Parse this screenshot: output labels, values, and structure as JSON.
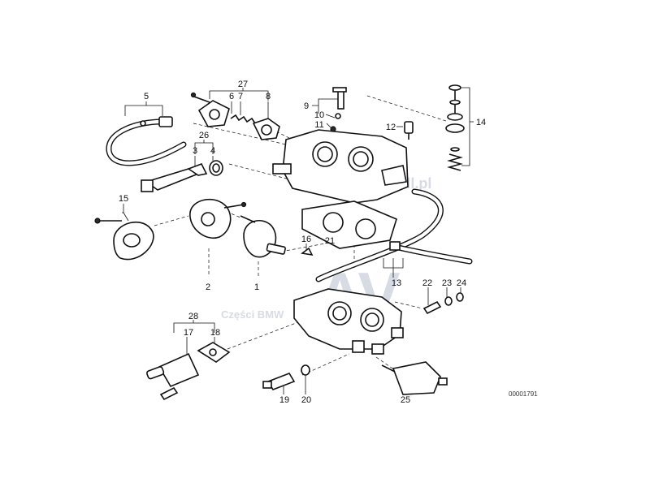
{
  "diagram": {
    "callouts": [
      {
        "id": "c1",
        "text": "1"
      },
      {
        "id": "c2",
        "text": "2"
      },
      {
        "id": "c3",
        "text": "3"
      },
      {
        "id": "c4",
        "text": "4"
      },
      {
        "id": "c5",
        "text": "5"
      },
      {
        "id": "c6",
        "text": "6"
      },
      {
        "id": "c7",
        "text": "7"
      },
      {
        "id": "c8",
        "text": "8"
      },
      {
        "id": "c9",
        "text": "9"
      },
      {
        "id": "c10",
        "text": "10"
      },
      {
        "id": "c11",
        "text": "11"
      },
      {
        "id": "c12",
        "text": "12"
      },
      {
        "id": "c13",
        "text": "13"
      },
      {
        "id": "c14",
        "text": "14"
      },
      {
        "id": "c15",
        "text": "15"
      },
      {
        "id": "c16",
        "text": "16"
      },
      {
        "id": "c17",
        "text": "17"
      },
      {
        "id": "c18",
        "text": "18"
      },
      {
        "id": "c19",
        "text": "19"
      },
      {
        "id": "c20",
        "text": "20"
      },
      {
        "id": "c21",
        "text": "21"
      },
      {
        "id": "c22",
        "text": "22"
      },
      {
        "id": "c23",
        "text": "23"
      },
      {
        "id": "c24",
        "text": "24"
      },
      {
        "id": "c25",
        "text": "25"
      },
      {
        "id": "c26",
        "text": "26"
      },
      {
        "id": "c27",
        "text": "27"
      },
      {
        "id": "c28",
        "text": "28"
      }
    ],
    "diagram_code": "00001791"
  },
  "watermark": {
    "site": "www.autovoll.pl",
    "letters": "AV",
    "caption": "Części BMW",
    "color": "#c9cfdc"
  }
}
